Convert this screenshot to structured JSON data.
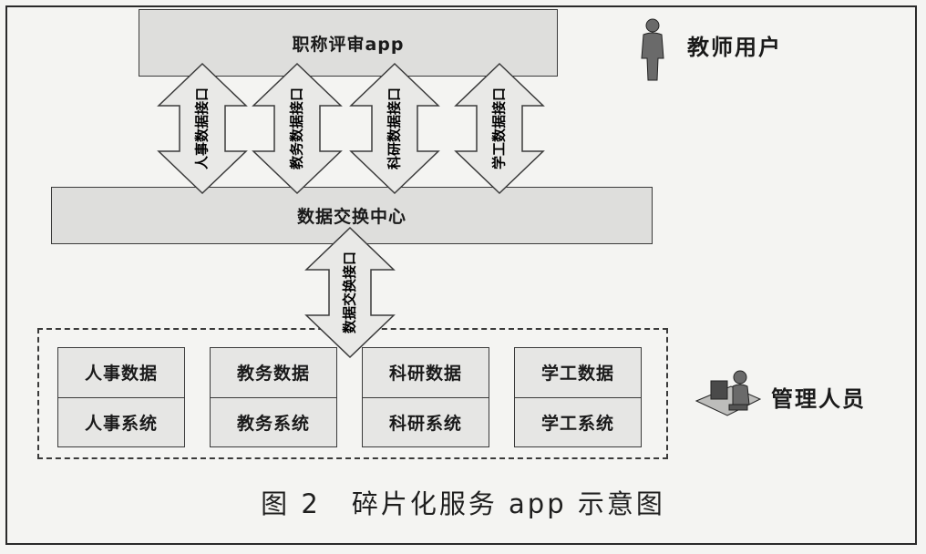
{
  "top_box": "职称评审app",
  "center_box": "数据交换中心",
  "upper_interfaces": [
    "人事数据接口",
    "教务数据接口",
    "科研数据接口",
    "学工数据接口"
  ],
  "lower_interface": "数据交换接口",
  "modules": [
    {
      "data": "人事数据",
      "system": "人事系统"
    },
    {
      "data": "教务数据",
      "system": "教务系统"
    },
    {
      "data": "科研数据",
      "system": "科研系统"
    },
    {
      "data": "学工数据",
      "system": "学工系统"
    }
  ],
  "teacher_label": "教师用户",
  "admin_label": "管理人员",
  "caption": {
    "figure": "图 2",
    "title": "碎片化服务 app 示意图"
  },
  "icons": {
    "teacher": "standing-person-icon",
    "admin": "person-at-computer-icon"
  },
  "colors": {
    "box_fill": "#dededc",
    "arrow_fill": "#e9e9e7",
    "stroke": "#3a3a3a"
  }
}
